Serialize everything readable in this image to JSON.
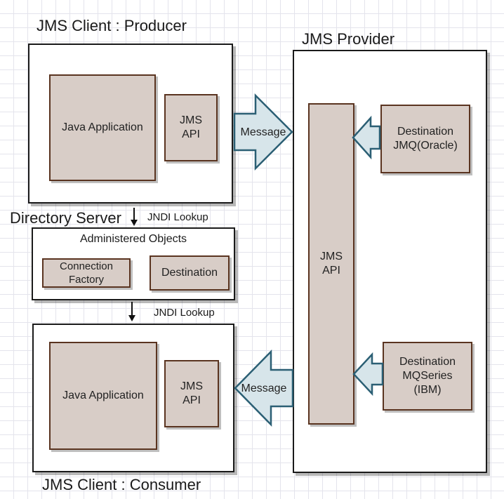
{
  "producer": {
    "title": "JMS Client : Producer",
    "app_label": "Java Application",
    "api_label": "JMS\nAPI"
  },
  "provider": {
    "title": "JMS Provider",
    "api_label": "JMS\nAPI",
    "destination_oracle": "Destination\nJMQ(Oracle)",
    "destination_ibm": "Destination\nMQSeries\n(IBM)"
  },
  "directory": {
    "title": "Directory Server",
    "heading": "Administered Objects",
    "connection_factory": "Connection\nFactory",
    "destination": "Destination",
    "lookup_top": "JNDI Lookup",
    "lookup_bottom": "JNDI Lookup"
  },
  "consumer": {
    "title": "JMS Client : Consumer",
    "app_label": "Java Application",
    "api_label": "JMS\nAPI"
  },
  "arrows": {
    "message_top": "Message",
    "message_bottom": "Message"
  },
  "colors": {
    "box_fill": "#d8cdc7",
    "box_border": "#5a3420",
    "arrow_fill": "#d7e5ea",
    "arrow_stroke": "#2b5f74",
    "frame_border": "#1a1a1a"
  }
}
